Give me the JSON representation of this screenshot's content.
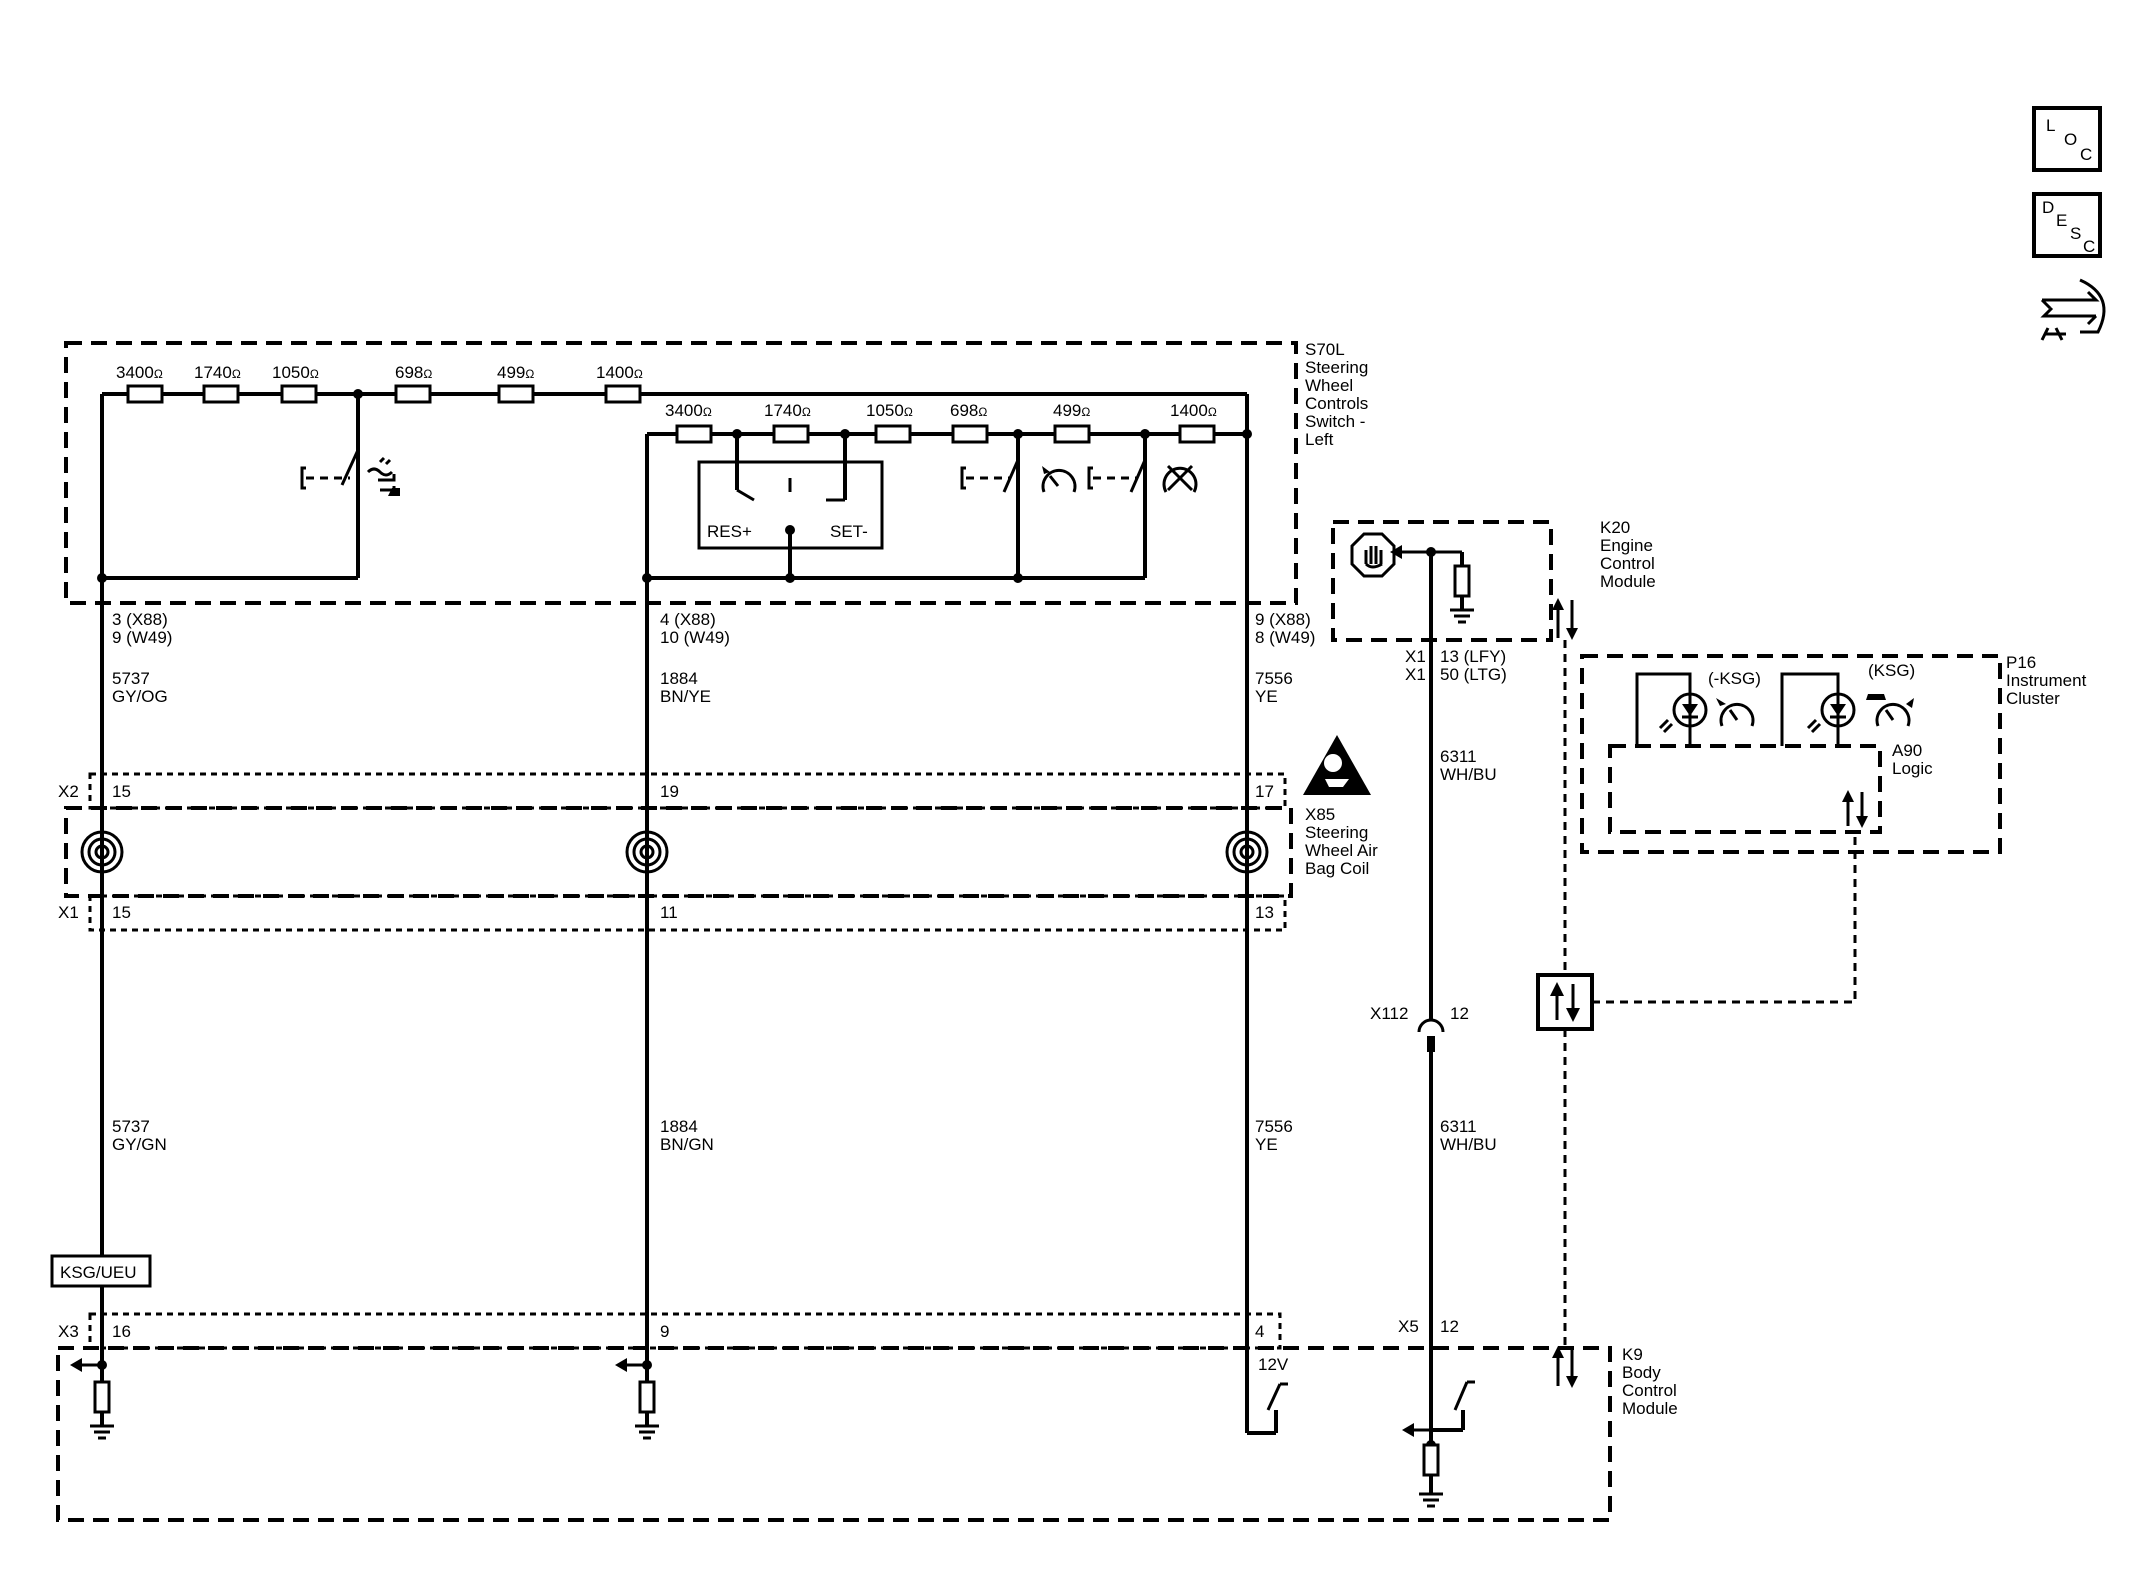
{
  "modules": {
    "s70l": {
      "lines": [
        "S70L",
        "Steering",
        "Wheel",
        "Controls",
        "Switch -",
        "Left"
      ]
    },
    "k20": {
      "lines": [
        "K20",
        "Engine",
        "Control",
        "Module"
      ]
    },
    "p16": {
      "lines": [
        "P16",
        "Instrument",
        "Cluster"
      ]
    },
    "a90": {
      "lines": [
        "A90",
        "Logic"
      ]
    },
    "x85": {
      "lines": [
        "X85",
        "Steering",
        "Wheel Air",
        "Bag Coil"
      ]
    },
    "k9": {
      "lines": [
        "K9",
        "Body",
        "Control",
        "Module"
      ]
    }
  },
  "resistors_top": [
    "3400",
    "1740",
    "1050",
    "698",
    "499",
    "1400"
  ],
  "resistors_inner": [
    "3400",
    "1740",
    "1050",
    "698",
    "499",
    "1400"
  ],
  "ohm_symbol": "Ω",
  "switch_labels": {
    "res": "RES+",
    "set": "SET-"
  },
  "pins_s70l": {
    "left": [
      "3 (X88)",
      "9 (W49)"
    ],
    "mid": [
      "4 (X88)",
      "10 (W49)"
    ],
    "right": [
      "9 (X88)",
      "8 (W49)"
    ]
  },
  "wires_upper": {
    "left": [
      "5737",
      "GY/OG"
    ],
    "mid": [
      "1884",
      "BN/YE"
    ],
    "right": [
      "7556",
      "YE"
    ]
  },
  "wires_lower": {
    "left": [
      "5737",
      "GY/GN"
    ],
    "mid": [
      "1884",
      "BN/GN"
    ],
    "right": [
      "7556",
      "YE"
    ]
  },
  "x2": {
    "name": "X2",
    "pins": [
      "15",
      "19",
      "17"
    ]
  },
  "x1": {
    "name": "X1",
    "pins": [
      "15",
      "11",
      "13"
    ]
  },
  "x3": {
    "name": "X3",
    "pins": [
      "16",
      "9",
      "4"
    ]
  },
  "k20_pins": {
    "c1": "X1",
    "p1": "13  (LFY)",
    "c2": "X1",
    "p2": "50  (LTG)"
  },
  "wire_6311": [
    "6311",
    "WH/BU"
  ],
  "x112": {
    "name": "X112",
    "pin": "12"
  },
  "x5": {
    "name": "X5",
    "pin": "12"
  },
  "ksg_label": "KSG/UEU",
  "voltage_label": "12V",
  "cluster_options": {
    "left": "(-KSG)",
    "right": "(KSG)"
  },
  "side_buttons": {
    "loc": [
      "L",
      "O",
      "C"
    ],
    "desc": [
      "D",
      "E",
      "S",
      "C"
    ]
  },
  "icons": [
    "loc-button-icon",
    "desc-button-icon",
    "connector-repair-icon",
    "airbag-warning-icon",
    "cruise-control-icon",
    "speedometer-icon",
    "cancel-icon",
    "stop-hand-icon",
    "data-arrows-icon",
    "lamp-icon",
    "ground-icon",
    "spiral-coil-icon"
  ]
}
